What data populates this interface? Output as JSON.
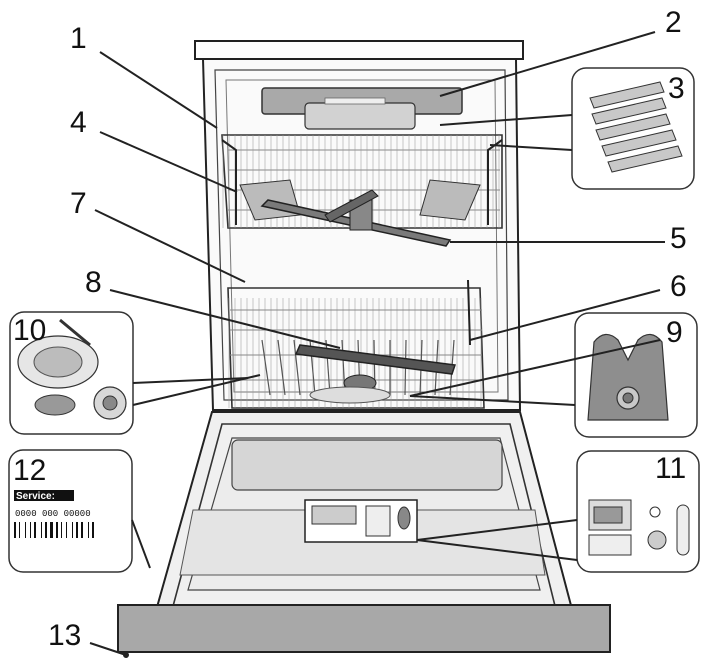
{
  "callouts": [
    {
      "id": "1",
      "label": "1"
    },
    {
      "id": "2",
      "label": "2"
    },
    {
      "id": "3",
      "label": "3"
    },
    {
      "id": "4",
      "label": "4"
    },
    {
      "id": "5",
      "label": "5"
    },
    {
      "id": "6",
      "label": "6"
    },
    {
      "id": "7",
      "label": "7"
    },
    {
      "id": "8",
      "label": "8"
    },
    {
      "id": "9",
      "label": "9"
    },
    {
      "id": "10",
      "label": "10"
    },
    {
      "id": "11",
      "label": "11"
    },
    {
      "id": "12",
      "label": "12"
    },
    {
      "id": "13",
      "label": "13"
    }
  ],
  "service_label": {
    "title": "Service:",
    "number": "0000 000 00000"
  }
}
